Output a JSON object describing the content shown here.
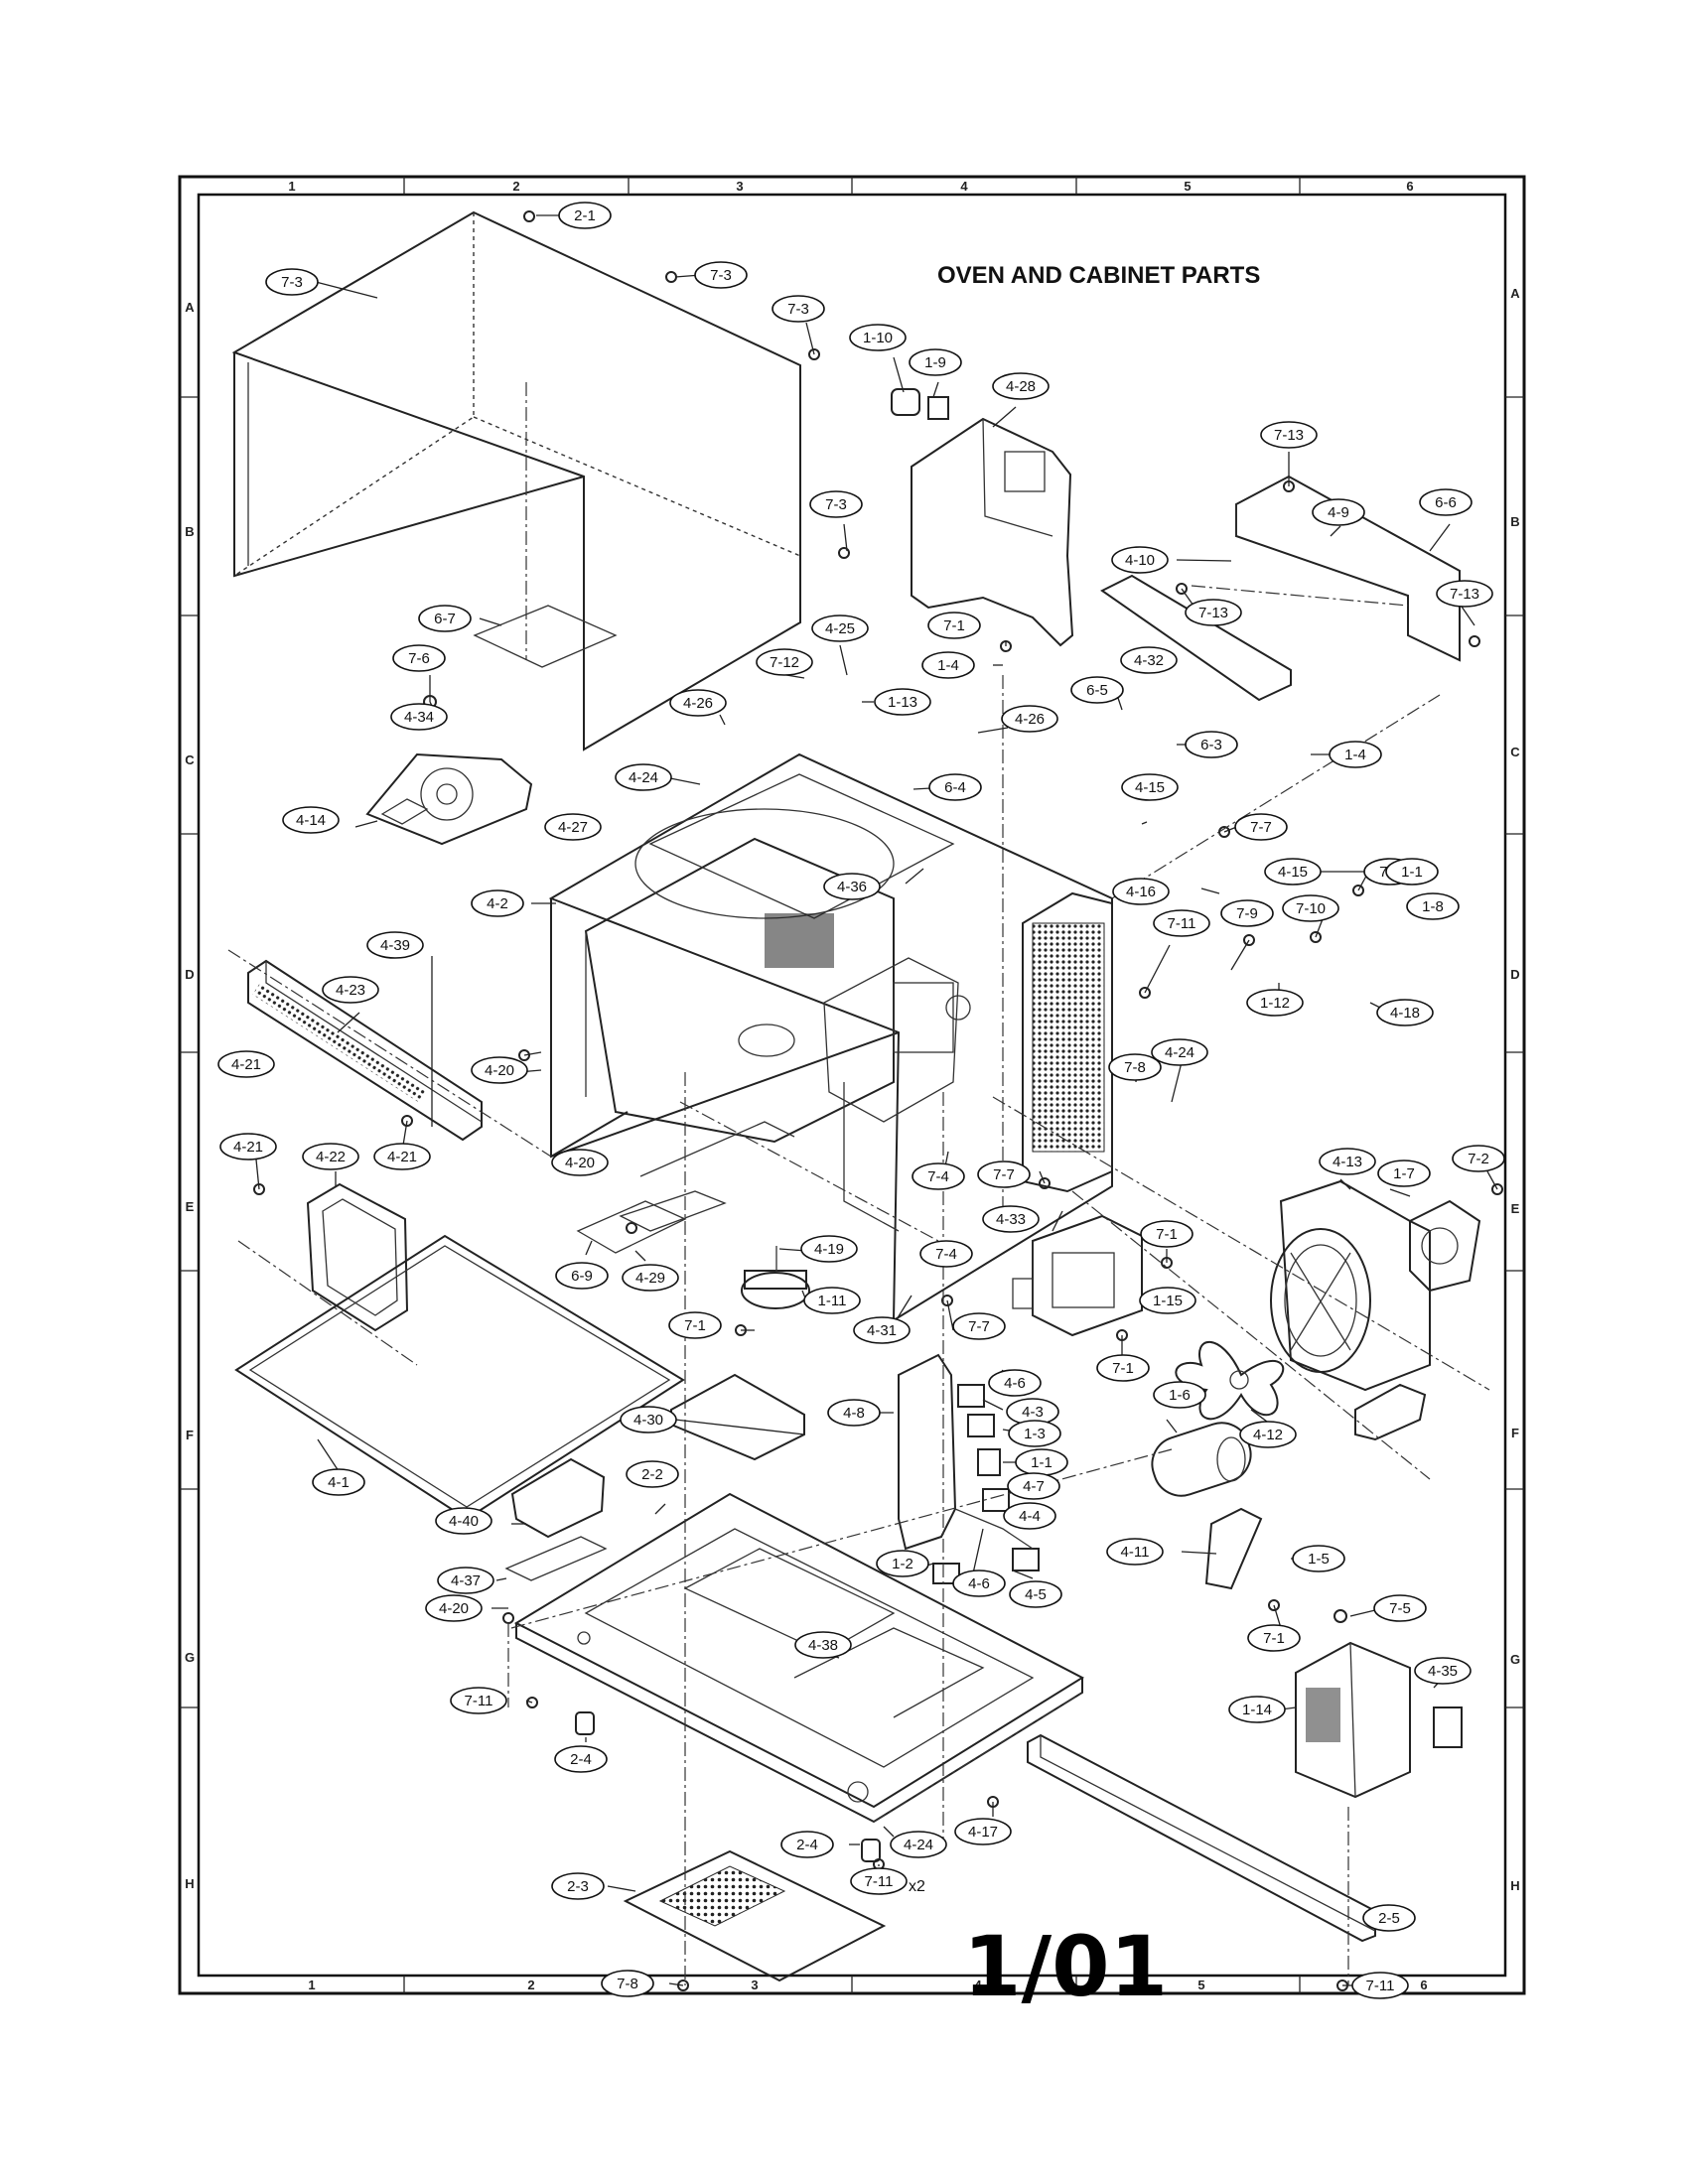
{
  "title": "OVEN AND CABINET PARTS",
  "date_stamp": "1/01",
  "quantity_note": "x2",
  "grid": {
    "columns": [
      "1",
      "2",
      "3",
      "4",
      "5",
      "6"
    ],
    "rows": [
      "A",
      "B",
      "C",
      "D",
      "E",
      "F",
      "G",
      "H"
    ]
  },
  "callouts": [
    "7-3",
    "2-1",
    "7-3",
    "7-3",
    "1-10",
    "1-9",
    "4-28",
    "7-13",
    "7-3",
    "4-9",
    "6-6",
    "4-10",
    "7-13",
    "7-13",
    "6-7",
    "7-1",
    "4-32",
    "1-4",
    "4-25",
    "7-6",
    "7-12",
    "1-13",
    "4-26",
    "4-34",
    "4-26",
    "6-5",
    "6-3",
    "1-4",
    "4-24",
    "6-4",
    "4-15",
    "4-27",
    "7-7",
    "4-14",
    "4-15",
    "7-7",
    "1-1",
    "4-36",
    "4-16",
    "1-8",
    "4-2",
    "7-9",
    "7-10",
    "4-39",
    "1-12",
    "4-18",
    "7-11",
    "4-23",
    "7-8",
    "4-24",
    "4-20",
    "4-21",
    "4-20",
    "7-4",
    "7-7",
    "4-13",
    "1-7",
    "7-2",
    "4-21",
    "4-22",
    "4-21",
    "4-33",
    "7-1",
    "4-19",
    "4-29",
    "6-9",
    "7-4",
    "1-15",
    "1-11",
    "7-1",
    "4-31",
    "7-7",
    "7-1",
    "4-6",
    "4-3",
    "4-8",
    "4-30",
    "1-3",
    "1-6",
    "4-12",
    "1-1",
    "4-7",
    "4-1",
    "2-2",
    "4-40",
    "4-4",
    "1-2",
    "4-6",
    "4-5",
    "4-11",
    "1-5",
    "4-37",
    "4-20",
    "7-1",
    "7-5",
    "4-38",
    "4-35",
    "1-14",
    "7-11",
    "2-4",
    "2-4",
    "4-24",
    "4-17",
    "7-11",
    "2-3",
    "2-5",
    "7-8",
    "7-11"
  ]
}
